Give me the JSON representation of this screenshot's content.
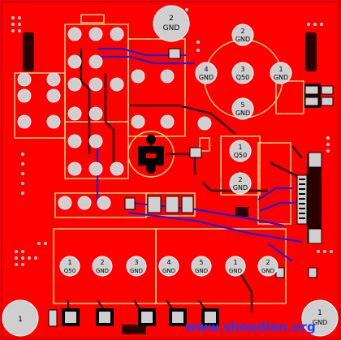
{
  "app": {
    "view": "PCB layout (top layer render)"
  },
  "colors": {
    "board": "#ff0000",
    "copper_dark": "#000000",
    "silk": "#f2e08a",
    "pad": "#cfcfcf",
    "pad_text": "#000000",
    "trace_blue": "#1c1cd4",
    "trace_black": "#1a0000",
    "watermark": "#1a3cff"
  },
  "top_pad": {
    "num": "2",
    "net": "GND"
  },
  "pads_cluster": [
    {
      "num": "2",
      "net": "GND"
    },
    {
      "num": "4",
      "net": "GND"
    },
    {
      "num": "3",
      "net": "Q50"
    },
    {
      "num": "1",
      "net": "GND"
    },
    {
      "num": "5",
      "net": "GND"
    }
  ],
  "pads_mid": [
    {
      "num": "1",
      "net": "Q50"
    },
    {
      "num": "2",
      "net": "GND"
    }
  ],
  "pads_row": [
    {
      "num": "1",
      "net": "Q50"
    },
    {
      "num": "2",
      "net": "GND"
    },
    {
      "num": "3",
      "net": "GND"
    },
    {
      "num": "4",
      "net": "GND"
    },
    {
      "num": "5",
      "net": "GND"
    },
    {
      "num": "1",
      "net": "GND"
    },
    {
      "num": "2",
      "net": "GND"
    }
  ],
  "corner_left": {
    "num": "1"
  },
  "corner_right": {
    "num": "1",
    "net": "GND"
  },
  "watermark": "www.shoudian.org"
}
